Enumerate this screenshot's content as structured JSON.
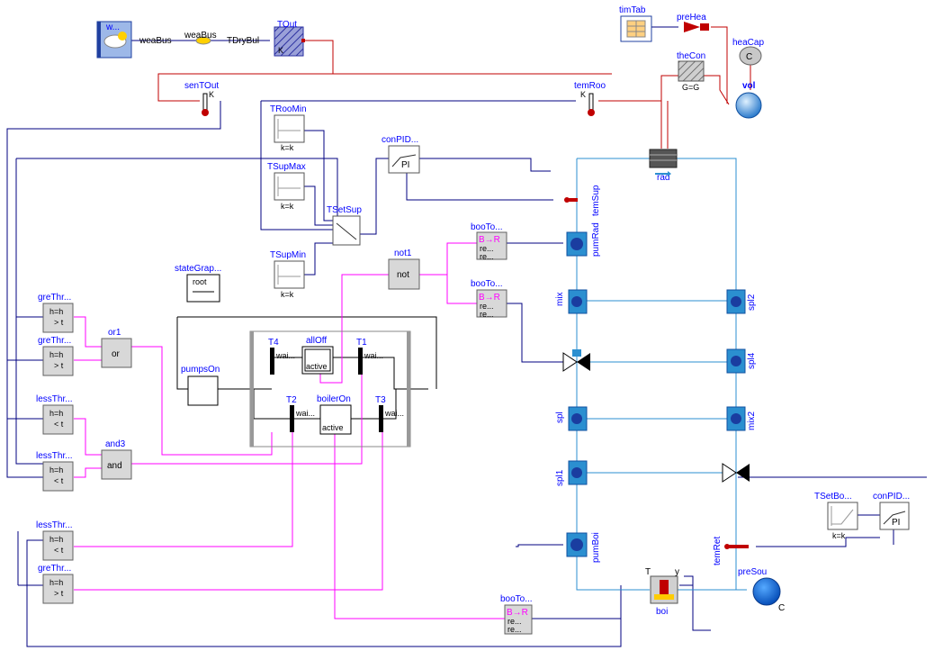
{
  "blocks": {
    "weaDat": {
      "name": "w..."
    },
    "weaBus": {
      "name": "weaBus",
      "wire_label": "weaBus",
      "out_label": "TDryBul"
    },
    "TOut": {
      "name": "TOut",
      "param": "K"
    },
    "senTOut": {
      "name": "senTOut",
      "param": "K"
    },
    "temRoo": {
      "name": "temRoo",
      "param": "K"
    },
    "timTab": {
      "name": "timTab"
    },
    "preHea": {
      "name": "preHea"
    },
    "heaCap": {
      "name": "heaCap",
      "glyph": "C"
    },
    "theCon": {
      "name": "theCon",
      "param": "G=G"
    },
    "vol": {
      "name": "vol"
    },
    "rad": {
      "name": "rad"
    },
    "TRooMin": {
      "name": "TRooMin",
      "param": "k=k"
    },
    "TSupMax": {
      "name": "TSupMax",
      "param": "k=k"
    },
    "TSupMin": {
      "name": "TSupMin",
      "param": "k=k"
    },
    "TSetSup": {
      "name": "TSetSup"
    },
    "conPIDRad": {
      "name": "conPID...",
      "text": "PI"
    },
    "temSup": {
      "name": "temSup"
    },
    "pumRad": {
      "name": "pumRad"
    },
    "booToRea1": {
      "name": "booTo...",
      "text": "B→R",
      "sub1": "re...",
      "sub2": "re..."
    },
    "booToRea2": {
      "name": "booTo...",
      "text": "B→R",
      "sub1": "re...",
      "sub2": "re..."
    },
    "booToRea3": {
      "name": "booTo...",
      "text": "B→R",
      "sub1": "re...",
      "sub2": "re..."
    },
    "not1": {
      "name": "not1",
      "text": "not"
    },
    "stateGraph": {
      "name": "stateGrap...",
      "text": "root"
    },
    "greThr1": {
      "name": "greThr...",
      "line1": "h=h",
      "line2": "> t"
    },
    "greThr2": {
      "name": "greThr...",
      "line1": "h=h",
      "line2": "> t"
    },
    "greThr3": {
      "name": "greThr...",
      "line1": "h=h",
      "line2": "> t"
    },
    "lessThr1": {
      "name": "lessThr...",
      "line1": "h=h",
      "line2": "< t"
    },
    "lessThr2": {
      "name": "lessThr...",
      "line1": "h=h",
      "line2": "< t"
    },
    "lessThr3": {
      "name": "lessThr...",
      "line1": "h=h",
      "line2": "< t"
    },
    "or1": {
      "name": "or1",
      "text": "or"
    },
    "and3": {
      "name": "and3",
      "text": "and"
    },
    "pumpsOn": {
      "name": "pumpsOn"
    },
    "allOff": {
      "name": "allOff",
      "text": "active"
    },
    "boilerOn": {
      "name": "boilerOn",
      "text": "active"
    },
    "T1": {
      "name": "T1",
      "wait": "wai..."
    },
    "T2": {
      "name": "T2",
      "wait": "wai..."
    },
    "T3": {
      "name": "T3",
      "wait": "wai..."
    },
    "T4": {
      "name": "T4",
      "wait": "wai..."
    },
    "mix": {
      "name": "mix"
    },
    "spl2": {
      "name": "spl2"
    },
    "spl4": {
      "name": "spl4"
    },
    "spl": {
      "name": "spl"
    },
    "mix2": {
      "name": "mix2"
    },
    "spl1": {
      "name": "spl1"
    },
    "pumBoi": {
      "name": "pumBoi"
    },
    "temRet": {
      "name": "temRet"
    },
    "TSetBoi": {
      "name": "TSetBo...",
      "param": "k=k"
    },
    "conPIDBoi": {
      "name": "conPID...",
      "text": "PI"
    },
    "preSou": {
      "name": "preSou",
      "glyph": "C"
    },
    "boi": {
      "name": "boi",
      "portT": "T",
      "portY": "y"
    }
  }
}
